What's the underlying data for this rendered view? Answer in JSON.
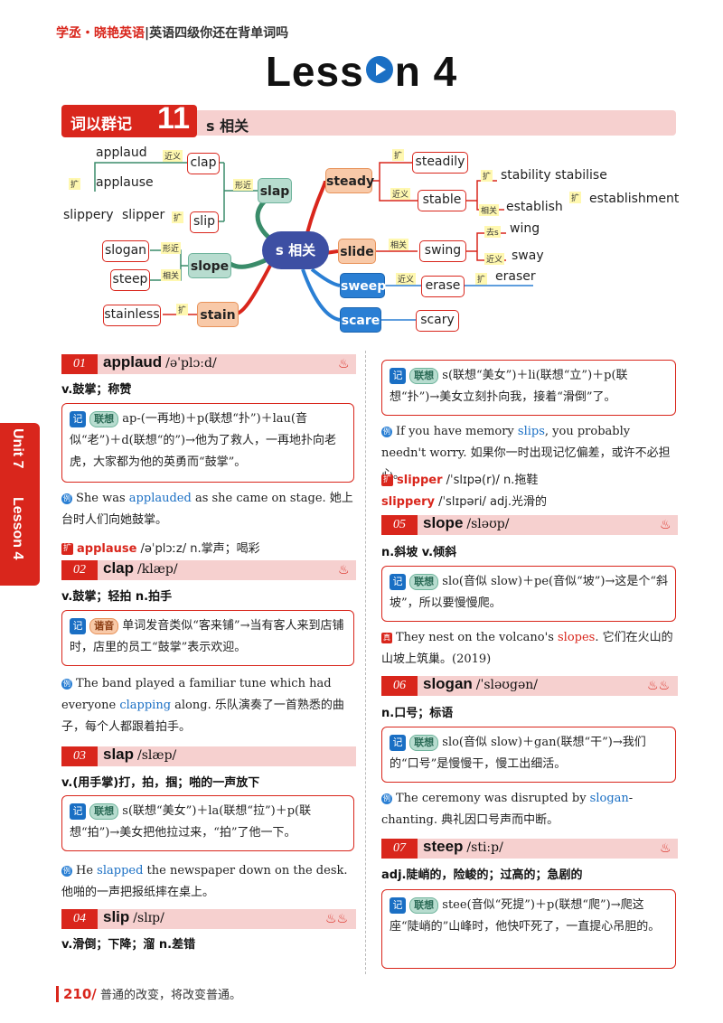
{
  "header": {
    "brand": "学丞・晓艳英语",
    "subtitle": "英语四级你还在背单词吗",
    "lesson_pre": "Less",
    "lesson_post": "n 4"
  },
  "group": {
    "tag": "词以群记",
    "number": "11",
    "topic": "s 相关"
  },
  "mindmap": {
    "hub": "s 相关",
    "words": {
      "applaud": "applaud",
      "applause": "applause",
      "clap": "clap",
      "slap": "slap",
      "slippery": "slippery",
      "slipper": "slipper",
      "slip": "slip",
      "slogan": "slogan",
      "steep": "steep",
      "slope": "slope",
      "stainless": "stainless",
      "stain": "stain",
      "steady": "steady",
      "steadily": "steadily",
      "stable": "stable",
      "stability": "stability",
      "stabilise": "stabilise",
      "establish": "establish",
      "establishment": "establishment",
      "slide": "slide",
      "swing": "swing",
      "wing": "wing",
      "sway": "sway",
      "sweep": "sweep",
      "erase": "erase",
      "eraser": "eraser",
      "scare": "scare",
      "scary": "scary"
    },
    "labels": {
      "jinyi": "近义",
      "xingjin": "形近",
      "kuo": "扩",
      "xiangguan": "相关",
      "qu": "去s"
    }
  },
  "side_tab": {
    "unit": "Unit 7",
    "lesson": "Lesson 4"
  },
  "entries": {
    "e01": {
      "num": "01",
      "word": "applaud",
      "ipa": "/əˈplɔːd/",
      "meaning": "v.鼓掌；称赞",
      "note_tag": "联想",
      "note": "ap-(一再地)＋p(联想“扑”)＋lau(音似“老”)＋d(联想“的”)→他为了救人，一再地扑向老虎，大家都为他的英勇而“鼓掌”。",
      "ex_pre": "She was ",
      "ex_hl": "applauded",
      "ex_post": " as she came on stage. 她上台时人们向她鼓掌。",
      "ext_word": "applause",
      "ext_rest": " /əˈplɔːz/  n.掌声；喝彩"
    },
    "e02": {
      "num": "02",
      "word": "clap",
      "ipa": "/klæp/",
      "meaning": "v.鼓掌；轻拍   n.拍手",
      "note_tag": "谐音",
      "note": "单词发音类似“客来铺”→当有客人来到店铺时，店里的员工“鼓掌”表示欢迎。",
      "ex_pre": "The band played a familiar tune which had everyone ",
      "ex_hl": "clapping",
      "ex_post": " along. 乐队演奏了一首熟悉的曲子，每个人都跟着拍手。"
    },
    "e03": {
      "num": "03",
      "word": "slap",
      "ipa": "/slæp/",
      "meaning": "v.(用手掌)打，拍，掴；啪的一声放下",
      "note_tag": "联想",
      "note": "s(联想“美女”)＋la(联想“拉”)＋p(联想“拍”)→美女把他拉过来，“拍”了他一下。",
      "ex_pre": "He ",
      "ex_hl": "slapped",
      "ex_post": " the newspaper down on the desk. 他啪的一声把报纸摔在桌上。"
    },
    "e04": {
      "num": "04",
      "word": "slip",
      "ipa": "/slɪp/",
      "meaning": "v.滑倒；下降；溜   n.差错",
      "note_tag": "联想",
      "note": "s(联想“美女”)＋li(联想“立”)＋p(联想“扑”)→美女立刻扑向我，接着“滑倒”了。",
      "ex_pre": "If you have memory ",
      "ex_hl": "slips",
      "ex_post": ", you probably needn't worry. 如果你一时出现记忆偏差，或许不必担心。",
      "ext1_word": "slipper",
      "ext1_rest": " /ˈslɪpə(r)/  n.拖鞋",
      "ext2_word": "slippery",
      "ext2_rest": " /ˈslɪpəri/  adj.光滑的"
    },
    "e05": {
      "num": "05",
      "word": "slope",
      "ipa": "/sləʊp/",
      "meaning": "n.斜坡   v.倾斜",
      "note_tag": "联想",
      "note": "slo(音似 slow)＋pe(音似“坡”)→这是个“斜坡”，所以要慢慢爬。",
      "ex_pre": "They nest on the volcano's ",
      "ex_hl": "slopes",
      "ex_post": ". 它们在火山的山坡上筑巢。(2019)"
    },
    "e06": {
      "num": "06",
      "word": "slogan",
      "ipa": "/ˈsləʊgən/",
      "meaning": "n.口号；标语",
      "note_tag": "联想",
      "note": "slo(音似 slow)＋gan(联想“干”)→我们的“口号”是慢慢干，慢工出细活。",
      "ex_pre": "The ceremony was disrupted by ",
      "ex_hl": "slogan",
      "ex_post": "-chanting. 典礼因口号声而中断。"
    },
    "e07": {
      "num": "07",
      "word": "steep",
      "ipa": "/stiːp/",
      "meaning": "adj.陡峭的，险峻的；过高的；急剧的",
      "note_tag": "联想",
      "note": "stee(音似“死提”)＋p(联想“爬”)→爬这座“陡峭的”山峰时，他快吓死了，一直提心吊胆的。"
    }
  },
  "footer": {
    "page": "210/",
    "motto": "普通的改变，将改变普通。"
  },
  "colors": {
    "accent": "#d9261c",
    "link": "#1a6fc4",
    "banner": "#f6d0cf"
  }
}
